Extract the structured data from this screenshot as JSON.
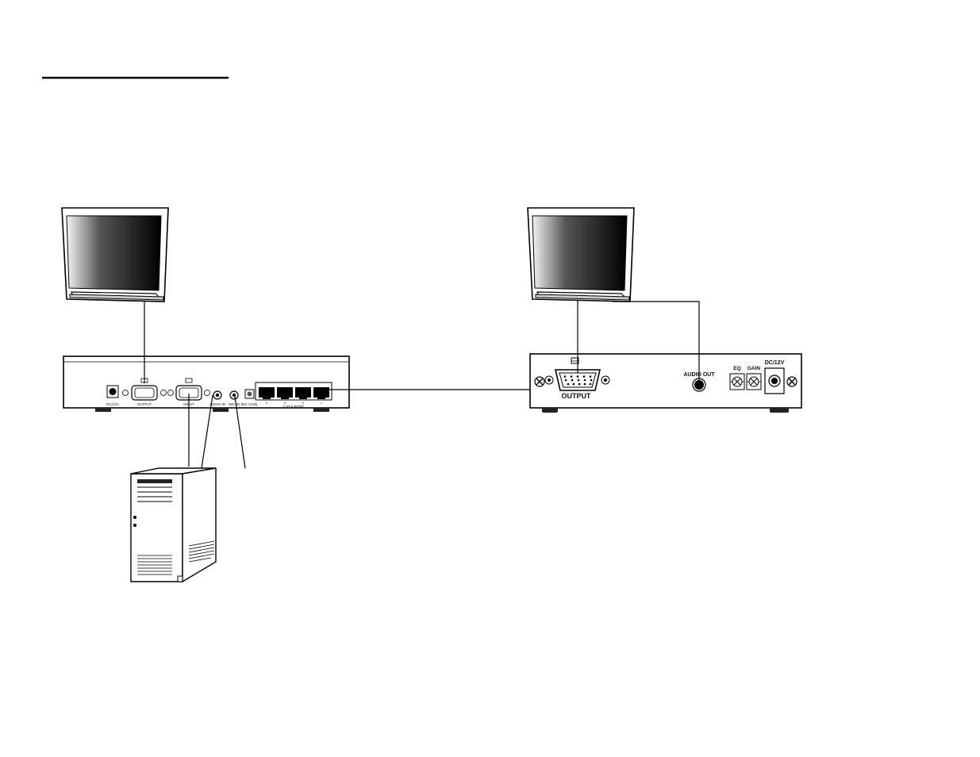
{
  "transmitter": {
    "power_label": "DC/12V",
    "output_label": "OUTPUT",
    "input_label": "INPUT",
    "audio_in_label": "AUDIO IN",
    "mic_in_label": "MIC IN",
    "mic_gain_label": "MIC GAIN",
    "cat5_port_label": "CAT-5 PORT",
    "port_numbers": [
      "4",
      "3",
      "2",
      "1"
    ]
  },
  "receiver": {
    "output_label": "OUTPUT",
    "audio_out_label": "AUDIO OUT",
    "eq_label": "EQ",
    "gain_label": "GAIN",
    "power_label": "DC/12V"
  },
  "icons": [
    "monitor-icon",
    "computer-tower-icon",
    "vga-port-icon",
    "rj45-port-icon",
    "audio-jack-icon",
    "screw-icon",
    "power-jack-icon"
  ]
}
